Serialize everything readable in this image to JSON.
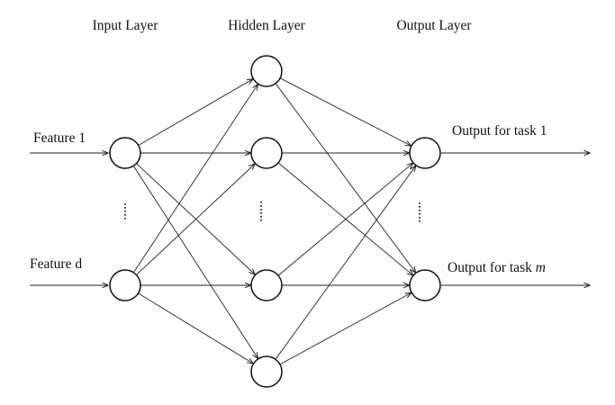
{
  "layers": {
    "input": "Input Layer",
    "hidden": "Hidden Layer",
    "output": "Output Layer"
  },
  "inputs": {
    "first": "Feature 1",
    "last": "Feature d"
  },
  "outputs": {
    "first": "Output for task 1",
    "last_prefix": "Output for task ",
    "last_var": "m"
  }
}
